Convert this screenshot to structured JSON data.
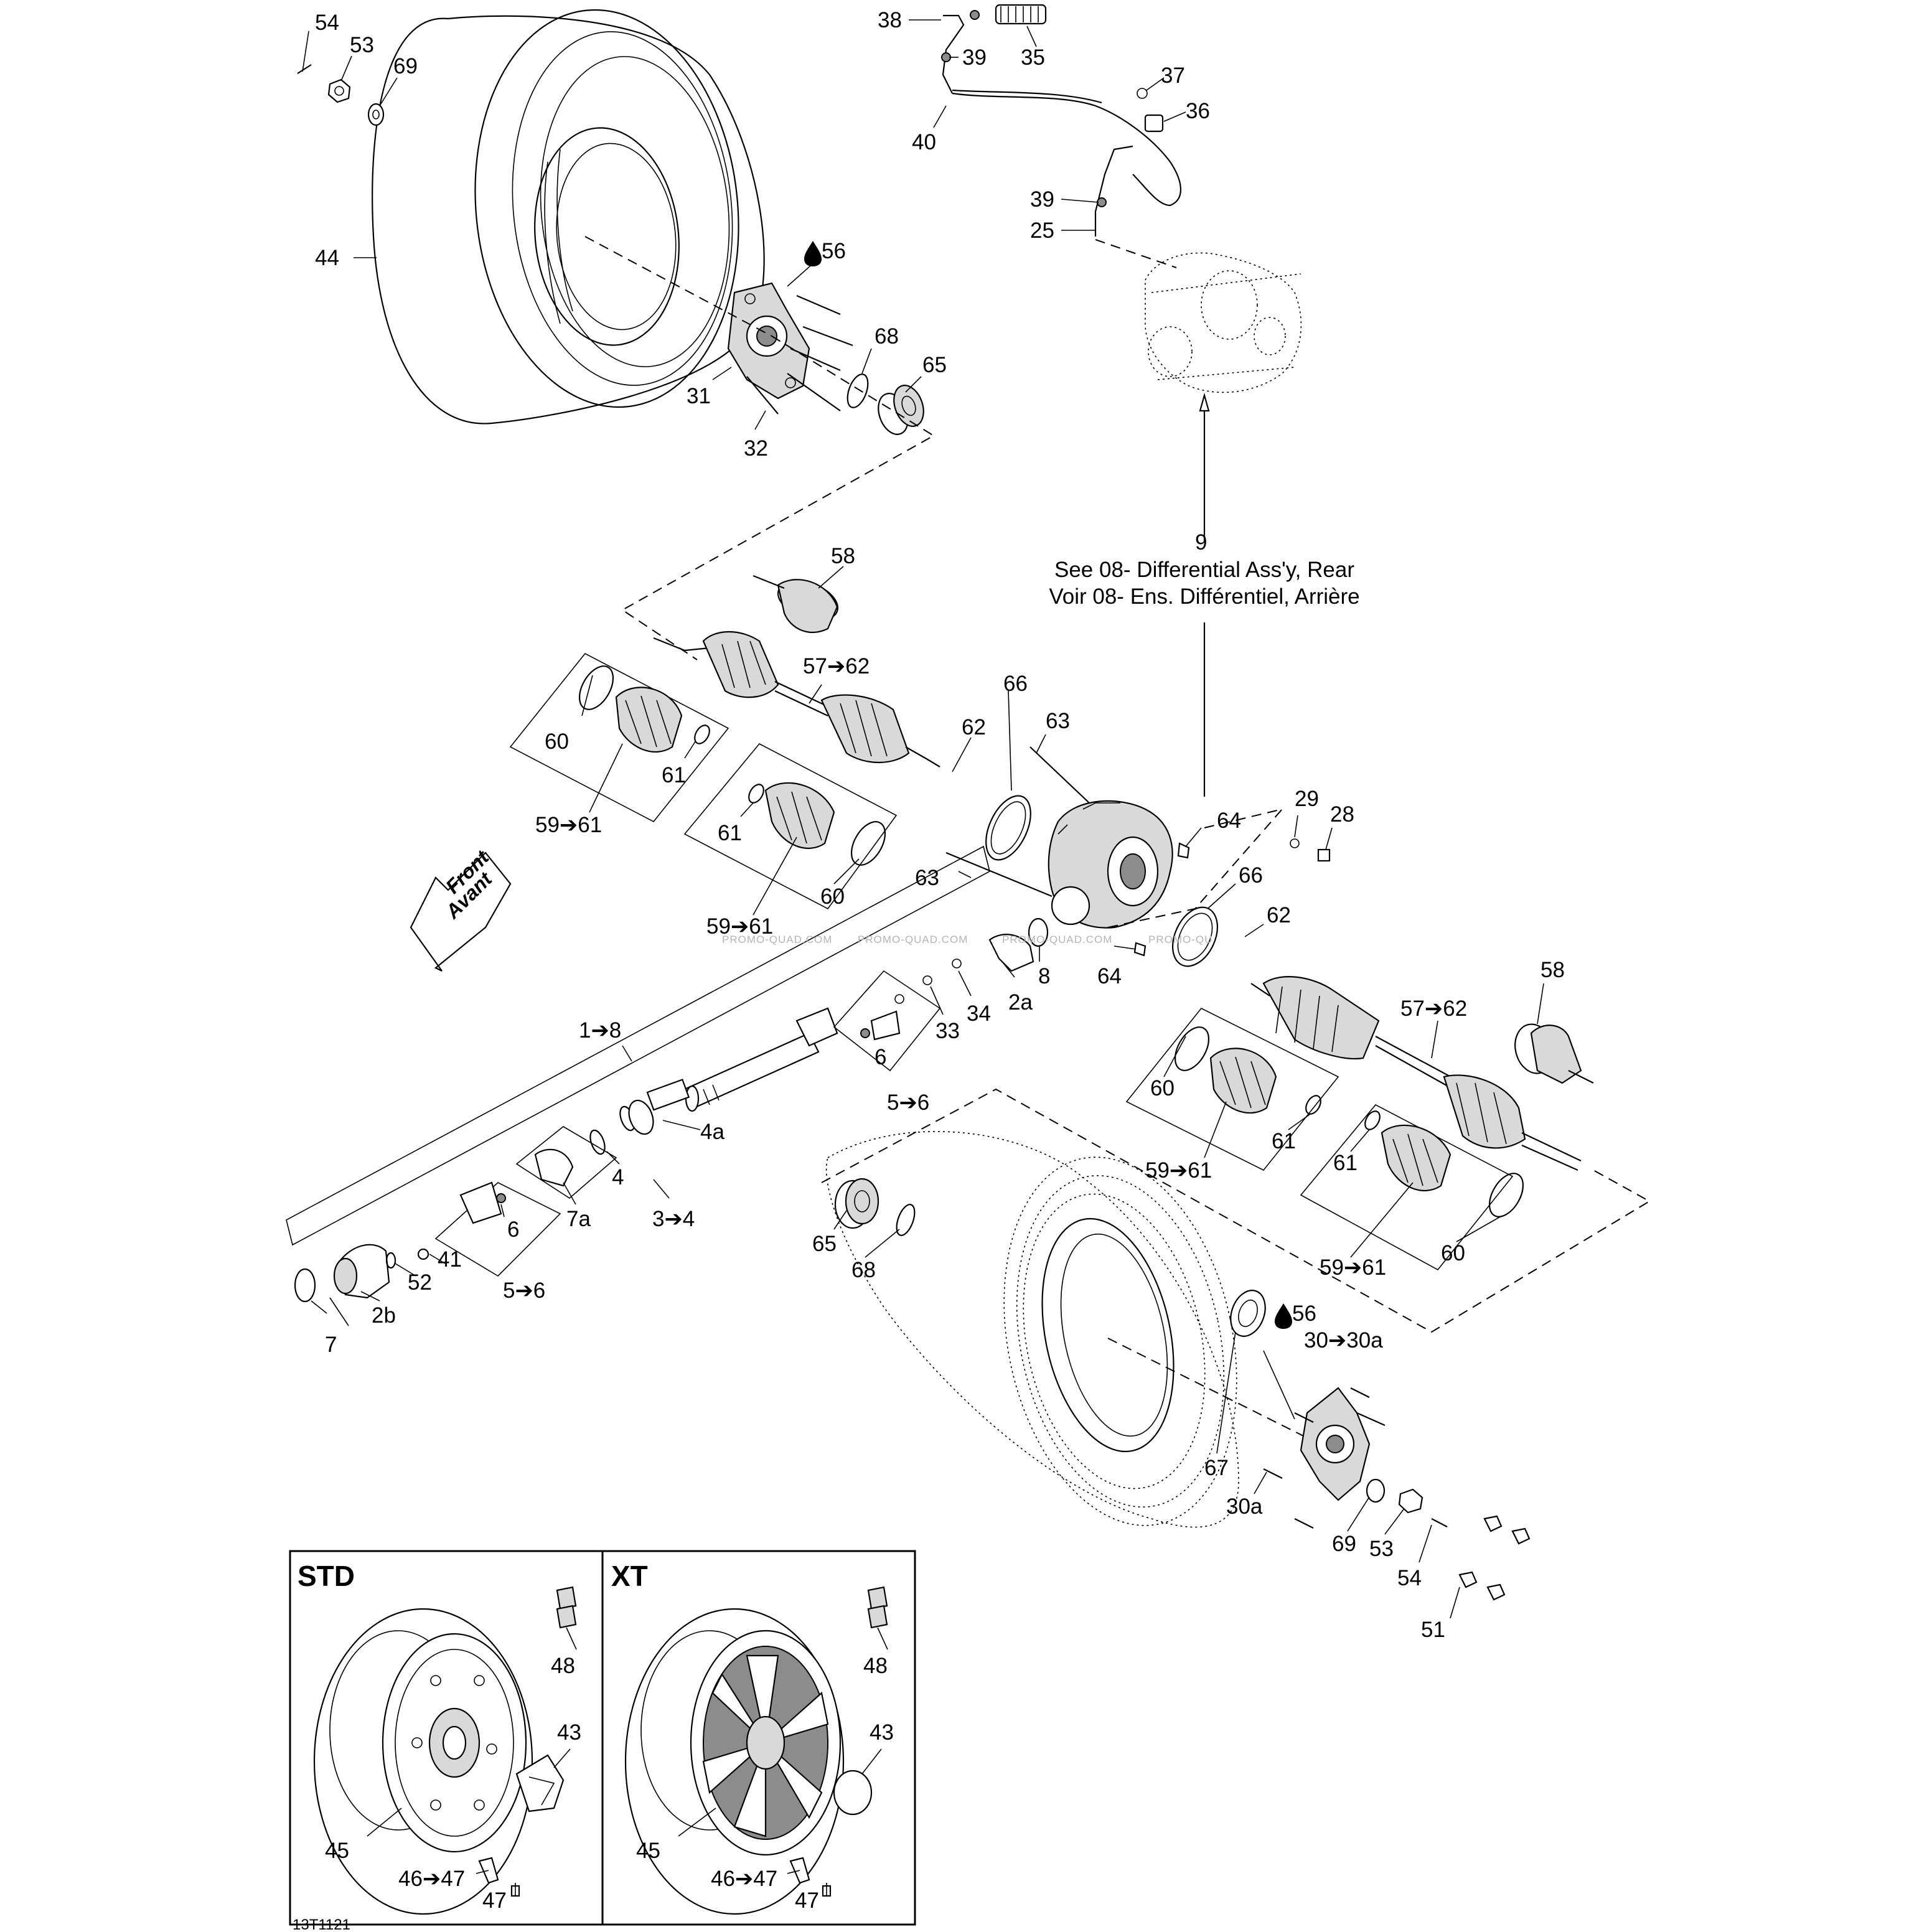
{
  "diagram": {
    "drawing_number": "13T1121",
    "reference_note": {
      "number": "9",
      "line_en": "See 08- Differential Ass'y, Rear",
      "line_fr": "Voir 08- Ens. Différentiel, Arrière"
    },
    "direction_arrow": {
      "line1": "Front",
      "line2": "Avant"
    },
    "watermark": "PROMO-QUAD.COM",
    "watermark_cut": "PROMO-QU",
    "inset_std_title": "STD",
    "inset_xt_title": "XT",
    "callouts": {
      "c54a": "54",
      "c53a": "53",
      "c69a": "69",
      "c44": "44",
      "c31": "31",
      "c32": "32",
      "c56a": "56",
      "c68a": "68",
      "c65a": "65",
      "c38": "38",
      "c39a": "39",
      "c35": "35",
      "c37": "37",
      "c36": "36",
      "c40": "40",
      "c39b": "39",
      "c25": "25",
      "c58a": "58",
      "c57a": "57➔62",
      "c66a": "66",
      "c62a": "62",
      "c63a": "63",
      "c60a": "60",
      "c61a": "61",
      "c5961a": "59➔61",
      "c61b": "61",
      "c60b": "60",
      "c5961b": "59➔61",
      "c64a": "64",
      "c29": "29",
      "c28": "28",
      "c63b": "63",
      "c66b": "66",
      "c62b": "62",
      "c8": "8",
      "c64b": "64",
      "c2a": "2a",
      "c34": "34",
      "c33": "33",
      "c18": "1➔8",
      "c6a": "6",
      "c56b": "5➔6",
      "c4a": "4a",
      "c4": "4",
      "c7a": "7a",
      "c34b": "3➔4",
      "c6b": "6",
      "c41": "41",
      "c52": "52",
      "c56c": "5➔6",
      "c2b": "2b",
      "c7": "7",
      "c58b": "58",
      "c57b": "57➔62",
      "c60c": "60",
      "c61c": "61",
      "c5961c": "59➔61",
      "c61d": "61",
      "c60d": "60",
      "c5961d": "59➔61",
      "c65b": "65",
      "c68b": "68",
      "c56d": "56",
      "c3030a": "30➔30a",
      "c67": "67",
      "c30a": "30a",
      "c69b": "69",
      "c53b": "53",
      "c54b": "54",
      "c51": "51",
      "s48": "48",
      "s43": "43",
      "s45": "45",
      "s4647": "46➔47",
      "s47": "47",
      "x48": "48",
      "x43": "43",
      "x45": "45",
      "x4647": "46➔47",
      "x47": "47"
    }
  }
}
